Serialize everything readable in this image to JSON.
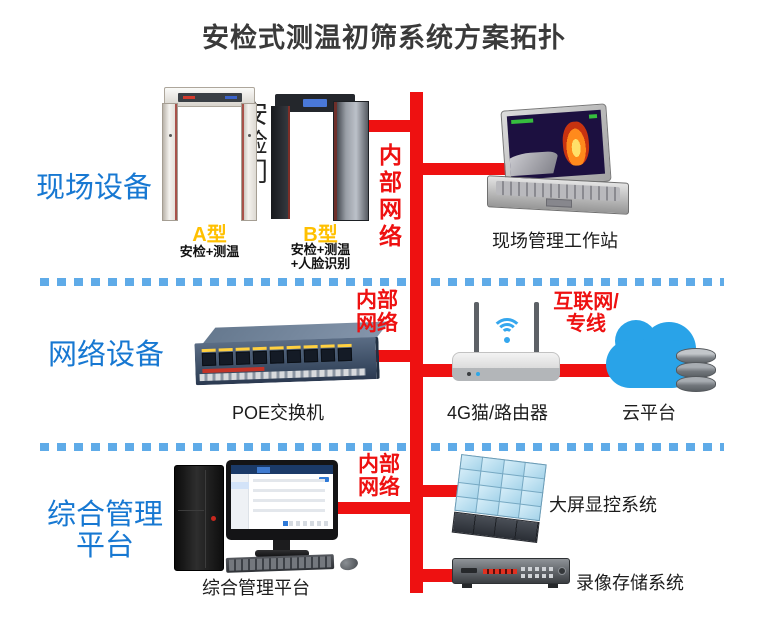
{
  "title": "安检式测温初筛系统方案拓扑",
  "sections": {
    "field": "现场设备",
    "network": "网络设备",
    "mgmt_line1": "综合管理",
    "mgmt_line2": "平台"
  },
  "net_labels": {
    "internal_top": "内部网络",
    "internal_mid": "内部网络",
    "internal_bottom": "内部网络",
    "internet": "互联网/专线"
  },
  "gates": {
    "group_label": "安检门",
    "a_model": "A型",
    "a_features": "安检+测温",
    "b_model": "B型",
    "b_features_line1": "安检+测温",
    "b_features_line2": "+人脸识别"
  },
  "device_labels": {
    "workstation": "现场管理工作站",
    "poe_switch": "POE交换机",
    "router": "4G猫/路由器",
    "cloud": "云平台",
    "platform": "综合管理平台",
    "display_wall": "大屏显控系统",
    "storage": "录像存储系统"
  },
  "colors": {
    "line_red": "#ee1111",
    "section_blue": "#1778d2",
    "dashed_blue": "#5fabe8",
    "model_yellow": "#ffc000",
    "cloud_blue": "#29a3e8",
    "title_dark": "#3a3a3a"
  }
}
